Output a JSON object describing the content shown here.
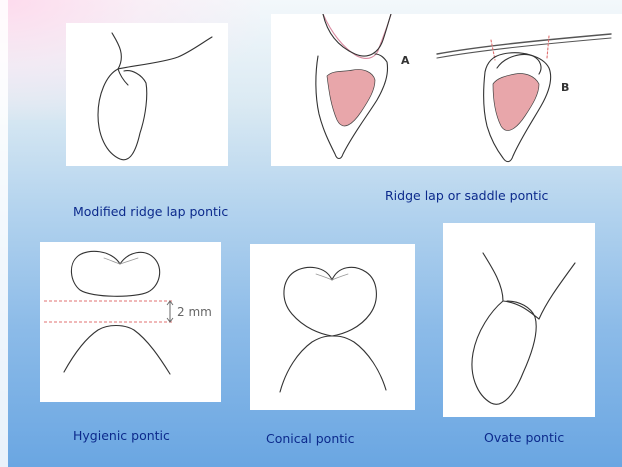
{
  "slide": {
    "captions": {
      "modified_ridge_lap": "Modified ridge lap pontic",
      "ridge_lap_saddle": "Ridge lap or saddle pontic",
      "hygienic": "Hygienic pontic",
      "conical": "Conical pontic",
      "ovate": "Ovate pontic"
    },
    "figure_labels": {
      "a": "A",
      "b": "B"
    },
    "dimension_label": "2 mm",
    "colors": {
      "pulp_fill": "#e8a6aa",
      "panel": "#ffffff",
      "caption": "#0c2a8c",
      "guide_line": "#e07070"
    }
  }
}
